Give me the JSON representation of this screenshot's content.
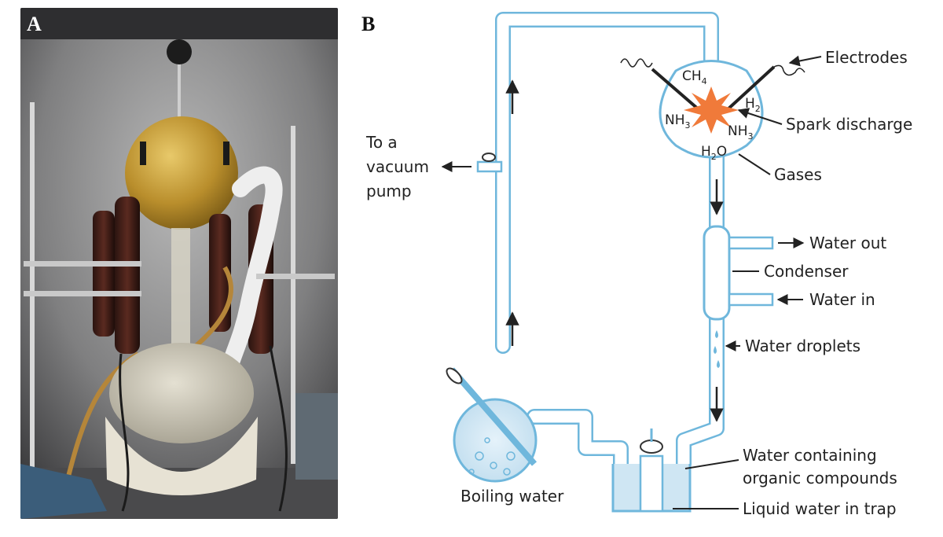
{
  "panels": {
    "a": "A",
    "b": "B"
  },
  "labels": {
    "electrodes": "Electrodes",
    "spark_discharge": "Spark discharge",
    "gases": "Gases",
    "to_vacuum_line1": "To a",
    "to_vacuum_line2": "vacuum",
    "to_vacuum_line3": "pump",
    "water_out": "Water out",
    "condenser": "Condenser",
    "water_in": "Water in",
    "water_droplets": "Water droplets",
    "water_containing_line1": "Water containing",
    "water_containing_line2": "organic compounds",
    "liquid_water_in_trap": "Liquid water in trap",
    "boiling_water": "Boiling water"
  },
  "molecules": {
    "ch4_main": "CH",
    "ch4_sub": "4",
    "h2_main": "H",
    "h2_sub": "2",
    "nh3_left_main": "NH",
    "nh3_left_sub": "3",
    "nh3_right_main": "NH",
    "nh3_right_sub": "3",
    "h2o_main": "H",
    "h2o_sub": "2",
    "h2o_tail": "O"
  },
  "colors": {
    "tube": "#6fb7dc",
    "water": "#cfe6f3",
    "spark": "#f07a3a"
  }
}
